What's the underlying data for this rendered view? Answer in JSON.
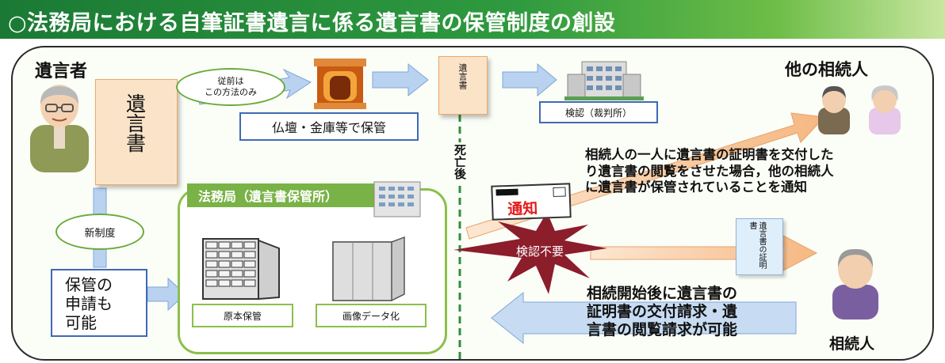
{
  "title": "○法務局における自筆証書遺言に係る遺言書の保管制度の創設",
  "testator": {
    "label": "遺言者",
    "document": "遺言書"
  },
  "old_system": {
    "bubble": [
      "従前は",
      "この方法のみ"
    ],
    "storage_box": "仏壇・金庫等で保管",
    "document_small": "遺言書",
    "court_box": "検認（裁判所）"
  },
  "death_label": "死亡後",
  "new_system": {
    "bubble": "新制度",
    "apply_box": [
      "保管の",
      "申請も",
      "可能"
    ],
    "bureau_title": "法務局（遺言書保管所）",
    "original_storage": "原本保管",
    "image_data": "画像データ化"
  },
  "other_heirs_label": "他の相続人",
  "notify_text": [
    "相続人の一人に遺言書の証明書を交付した",
    "り遺言書の閲覧をさせた場合，他の相続人",
    "に遺言書が保管されていることを通知"
  ],
  "notice_label": "通知",
  "no_probate_label": "検認不要",
  "certificate_doc": "遺言書の証明書",
  "request_text": [
    "相続開始後に遺言書の",
    "証明書の交付請求・遺",
    "言書の閲覧請求が可能"
  ],
  "heir_label": "相続人",
  "colors": {
    "title_green": "#1a7a35",
    "note_orange": "#fbe3c8",
    "arrow_blue": "#b9d2f0",
    "arrow_orange": "#f7c9a0",
    "burst_red": "#8c1d2b",
    "notice_red": "#e41b1b"
  }
}
